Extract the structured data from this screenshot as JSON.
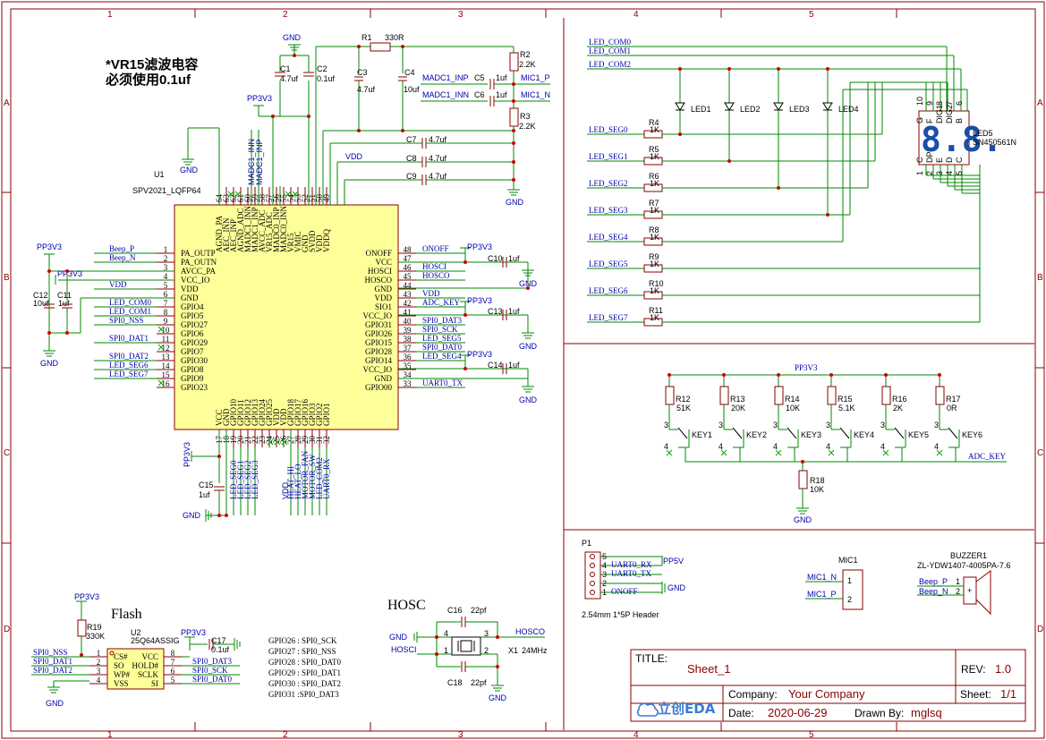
{
  "frame": {
    "col_labels": [
      "1",
      "2",
      "3",
      "4",
      "5"
    ],
    "row_labels": [
      "A",
      "B",
      "C",
      "D"
    ]
  },
  "note": {
    "line1": "*VR15滤波电容",
    "line2": "必须使用0.1uf"
  },
  "u1": {
    "ref": "U1",
    "part": "SPV2021_LQFP64",
    "left_pins": [
      {
        "num": "1",
        "name": "PA_OUTP",
        "net": "Beep_P"
      },
      {
        "num": "2",
        "name": "PA_OUTN",
        "net": "Beep_N"
      },
      {
        "num": "3",
        "name": "AVCC_PA",
        "net": ""
      },
      {
        "num": "4",
        "name": "VCC_IO",
        "net": ""
      },
      {
        "num": "5",
        "name": "VDD",
        "net": "VDD"
      },
      {
        "num": "6",
        "name": "GND",
        "net": ""
      },
      {
        "num": "7",
        "name": "GPIO4",
        "net": "LED_COM0"
      },
      {
        "num": "8",
        "name": "GPIO5",
        "net": "LED_COM1"
      },
      {
        "num": "9",
        "name": "GPIO27",
        "net": "SPI0_NSS"
      },
      {
        "num": "10",
        "name": "GPIO6",
        "net": ""
      },
      {
        "num": "11",
        "name": "GPIO29",
        "net": "SPI0_DAT1"
      },
      {
        "num": "12",
        "name": "GPIO7",
        "net": ""
      },
      {
        "num": "13",
        "name": "GPIO30",
        "net": "SPI0_DAT2"
      },
      {
        "num": "14",
        "name": "GPIO8",
        "net": "LED_SEG6"
      },
      {
        "num": "15",
        "name": "GPIO9",
        "net": "LED_SEG7"
      },
      {
        "num": "16",
        "name": "GPIO23",
        "net": ""
      }
    ],
    "right_pins": [
      {
        "num": "48",
        "name": "ONOFF",
        "net": "ONOFF"
      },
      {
        "num": "47",
        "name": "VCC",
        "net": ""
      },
      {
        "num": "46",
        "name": "HOSCI",
        "net": "HOSCI"
      },
      {
        "num": "45",
        "name": "HOSCO",
        "net": "HOSCO"
      },
      {
        "num": "44",
        "name": "GND",
        "net": ""
      },
      {
        "num": "43",
        "name": "VDD",
        "net": "VDD"
      },
      {
        "num": "42",
        "name": "SIO1",
        "net": "ADC_KEY"
      },
      {
        "num": "41",
        "name": "VCC_IO",
        "net": ""
      },
      {
        "num": "40",
        "name": "GPIO31",
        "net": "SPI0_DAT3"
      },
      {
        "num": "39",
        "name": "GPIO26",
        "net": "SPI0_SCK"
      },
      {
        "num": "38",
        "name": "GPIO15",
        "net": "LED_SEG5"
      },
      {
        "num": "37",
        "name": "GPIO28",
        "net": "SPI0_DAT0"
      },
      {
        "num": "36",
        "name": "GPIO14",
        "net": "LED_SEG4"
      },
      {
        "num": "35",
        "name": "VCC_IO",
        "net": ""
      },
      {
        "num": "34",
        "name": "GND",
        "net": ""
      },
      {
        "num": "33",
        "name": "GPIO00",
        "net": "UART0_TX"
      }
    ],
    "top_pins": [
      {
        "num": "64",
        "name": "AGND_PA"
      },
      {
        "num": "63",
        "name": "AEC_INN"
      },
      {
        "num": "62",
        "name": "AEC_INP"
      },
      {
        "num": "61",
        "name": "AGND_ADC"
      },
      {
        "num": "60",
        "name": "MADC1_INN"
      },
      {
        "num": "59",
        "name": "MADC1_INP"
      },
      {
        "num": "58",
        "name": "AVCC_ADC"
      },
      {
        "num": "57",
        "name": "VR15_ADC"
      },
      {
        "num": "56",
        "name": "MADC0_INP"
      },
      {
        "num": "55",
        "name": "MADC0_INN"
      },
      {
        "num": "54",
        "name": "VR15"
      },
      {
        "num": "53",
        "name": "VMIC"
      },
      {
        "num": "52",
        "name": "GND"
      },
      {
        "num": "51",
        "name": "SVDD"
      },
      {
        "num": "50",
        "name": "VDD"
      },
      {
        "num": "49",
        "name": "VDDQ"
      }
    ],
    "top_nets": [
      "MADC1_INN",
      "MADC1_INP"
    ],
    "bottom_pins": [
      {
        "num": "17",
        "name": "VCC",
        "net": ""
      },
      {
        "num": "18",
        "name": "GND",
        "net": ""
      },
      {
        "num": "19",
        "name": "GPIO10",
        "net": "LED_SEG0"
      },
      {
        "num": "20",
        "name": "GPIO11",
        "net": "LED_SEG1"
      },
      {
        "num": "21",
        "name": "GPIO12",
        "net": "LED_SEG2"
      },
      {
        "num": "22",
        "name": "GPIO13",
        "net": "LED_SEG3"
      },
      {
        "num": "23",
        "name": "GPIO24",
        "net": ""
      },
      {
        "num": "24",
        "name": "GPIO25",
        "net": ""
      },
      {
        "num": "25",
        "name": "VDD",
        "net": "VDD"
      },
      {
        "num": "26",
        "name": "VDD",
        "net": ""
      },
      {
        "num": "27",
        "name": "GPIO18",
        "net": "HEAT_HI"
      },
      {
        "num": "28",
        "name": "GPIO17",
        "net": "HEAT_LO"
      },
      {
        "num": "29",
        "name": "GPIO16",
        "net": "MOTOR_FAN"
      },
      {
        "num": "30",
        "name": "GPIO3",
        "net": "MOTOR_SW"
      },
      {
        "num": "31",
        "name": "GPIO2",
        "net": "LED_COM2"
      },
      {
        "num": "32",
        "name": "GPIO1",
        "net": "UART0_RX"
      }
    ]
  },
  "left_parts": {
    "pp3v3_a": "PP3V3",
    "pp3v3_b": "PP3V3",
    "c12": "C12",
    "c12v": "10uf",
    "c11": "C11",
    "c11v": "1uf",
    "gnd": "GND"
  },
  "top_parts": {
    "gnd": "GND",
    "pp3v3": "PP3V3",
    "c1": "C1",
    "c1v": "4.7uf",
    "c2": "C2",
    "c2v": "0.1uf",
    "r1": "R1",
    "r1v": "330R",
    "c3": "C3",
    "c3v": "4.7uf",
    "c4": "C4",
    "c4v": "10uf",
    "c5": "C5",
    "c5v": "1uf",
    "c6": "C6",
    "c6v": "1uf",
    "madc1_inp": "MADC1_INP",
    "madc1_inn": "MADC1_INN",
    "mic1_p": "MIC1_P",
    "mic1_n": "MIC1_N",
    "r2": "R2",
    "r2v": "2.2K",
    "r3": "R3",
    "r3v": "2.2K",
    "c7": "C7",
    "c7v": "4.7uf",
    "c8": "C8",
    "c8v": "4.7uf",
    "c9": "C9",
    "c9v": "4.7uf",
    "vdd": "VDD",
    "gnd2": "GND",
    "u1gnd": "GND"
  },
  "right_side_caps": {
    "pp3v3": "PP3V3",
    "c10": "C10",
    "c10v": "1uf",
    "c13": "C13",
    "c13v": "1uf",
    "c14": "C14",
    "c14v": "1uf",
    "gnd": "GND"
  },
  "bottom_parts": {
    "pp3v3": "PP3V3",
    "c15": "C15",
    "c15v": "1uf",
    "gnd": "GND",
    "vdd": "VDD"
  },
  "led_block": {
    "coms": [
      "LED_COM0",
      "LED_COM1",
      "LED_COM2"
    ],
    "segs": [
      "LED_SEG0",
      "LED_SEG1",
      "LED_SEG2",
      "LED_SEG3",
      "LED_SEG4",
      "LED_SEG5",
      "LED_SEG6",
      "LED_SEG7"
    ],
    "resistors": [
      {
        "ref": "R4",
        "val": "1K"
      },
      {
        "ref": "R5",
        "val": "1K"
      },
      {
        "ref": "R6",
        "val": "1K"
      },
      {
        "ref": "R7",
        "val": "1K"
      },
      {
        "ref": "R8",
        "val": "1K"
      },
      {
        "ref": "R9",
        "val": "1K"
      },
      {
        "ref": "R10",
        "val": "1K"
      },
      {
        "ref": "R11",
        "val": "1K"
      }
    ],
    "leds": [
      "LED1",
      "LED2",
      "LED3",
      "LED4"
    ],
    "display_ref": "LED5",
    "display_part": "SN450561N",
    "display_top_pins": [
      "10",
      "9",
      "8",
      "7",
      "6"
    ],
    "display_top_labels": [
      "G",
      "F",
      "DIG1",
      "DIG2",
      "B"
    ],
    "display_bottom_pins": [
      "1",
      "2",
      "3",
      "4",
      "5"
    ],
    "display_bottom_labels": [
      "C",
      "DP",
      "E",
      "D",
      "C"
    ]
  },
  "key_block": {
    "pp3v3": "PP3V3",
    "resistors": [
      {
        "ref": "R12",
        "val": "51K"
      },
      {
        "ref": "R13",
        "val": "20K"
      },
      {
        "ref": "R14",
        "val": "10K"
      },
      {
        "ref": "R15",
        "val": "5.1K"
      },
      {
        "ref": "R16",
        "val": "2K"
      },
      {
        "ref": "R17",
        "val": "0R"
      }
    ],
    "keys": [
      "KEY1",
      "KEY2",
      "KEY3",
      "KEY4",
      "KEY5",
      "KEY6"
    ],
    "r18": "R18",
    "r18v": "10K",
    "adc_key": "ADC_KEY",
    "gnd": "GND"
  },
  "flash": {
    "title": "Flash",
    "pp3v3": "PP3V3",
    "r19": "R19",
    "r19v": "330K",
    "u2": "U2",
    "u2part": "25Q64ASSIG",
    "pp3v3b": "PP3V3",
    "c17": "C17",
    "c17v": "0.1uf",
    "left_pins": [
      {
        "num": "1",
        "name": "CS#",
        "net": "SPI0_NSS"
      },
      {
        "num": "2",
        "name": "SO",
        "net": "SPI0_DAT1"
      },
      {
        "num": "3",
        "name": "WP#",
        "net": "SPI0_DAT2"
      },
      {
        "num": "4",
        "name": "VSS",
        "net": ""
      }
    ],
    "right_pins": [
      {
        "num": "8",
        "name": "VCC",
        "net": ""
      },
      {
        "num": "7",
        "name": "HOLD#",
        "net": "SPI0_DAT3"
      },
      {
        "num": "6",
        "name": "SCLK",
        "net": "SPI0_SCK"
      },
      {
        "num": "5",
        "name": "SI",
        "net": "SPI0_DAT0"
      }
    ],
    "gnd": "GND",
    "map": [
      "GPIO26 : SPI0_SCK",
      "GPIO27 : SPI0_NSS",
      "GPIO28 : SPI0_DAT0",
      "GPIO29 : SPI0_DAT1",
      "GPIO30 : SPI0_DAT2",
      "GPIO31 :SPI0_DAT3"
    ]
  },
  "hosc": {
    "title": "HOSC",
    "c16": "C16",
    "c16v": "22pf",
    "c18": "C18",
    "c18v": "22pf",
    "x1": "X1",
    "x1v": "24MHz",
    "hosco": "HOSCO",
    "hosci": "HOSCI",
    "gnd": "GND"
  },
  "p1": {
    "ref": "P1",
    "desc": "2.54mm 1*5P Header",
    "pins": [
      {
        "num": "5",
        "net": "",
        "pin": "5"
      },
      {
        "num": "4",
        "net": "UART0_RX",
        "pin": "4"
      },
      {
        "num": "3",
        "net": "UART0_TX",
        "pin": "3"
      },
      {
        "num": "2",
        "net": "",
        "pin": "2"
      },
      {
        "num": "1",
        "net": "ONOFF",
        "pin": "1"
      }
    ],
    "pp5v": "PP5V",
    "gnd": "GND"
  },
  "mic1": {
    "ref": "MIC1",
    "n": "MIC1_N",
    "p": "MIC1_P",
    "pin1": "1",
    "pin2": "2"
  },
  "buzzer": {
    "ref": "BUZZER1",
    "part": "ZL-YDW1407-4005PA-7.6",
    "p": "Beep_P",
    "n": "Beep_N",
    "pin1": "1",
    "pin2": "2"
  },
  "title_block": {
    "title_key": "TITLE:",
    "title": "Sheet_1",
    "rev_key": "REV:",
    "rev": "1.0",
    "company_key": "Company:",
    "company": "Your Company",
    "sheet_key": "Sheet:",
    "sheet": "1/1",
    "date_key": "Date:",
    "date": "2020-06-29",
    "drawn_key": "Drawn By:",
    "drawn": "mglsq",
    "logo": "立创EDA"
  }
}
